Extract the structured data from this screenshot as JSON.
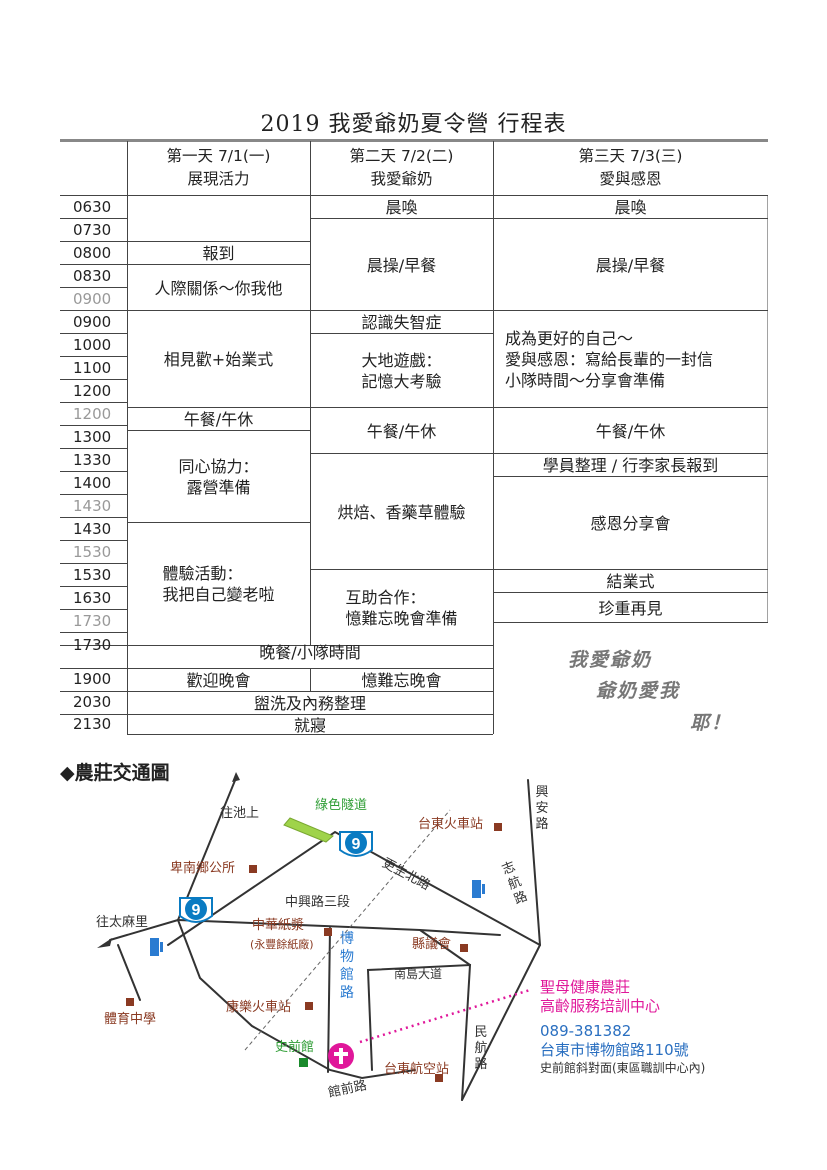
{
  "title": "2019 我愛爺奶夏令營 行程表",
  "schedule": {
    "days": [
      {
        "day": "第一天 7/1(一)",
        "theme": "展現活力"
      },
      {
        "day": "第二天 7/2(二)",
        "theme": "我愛爺奶"
      },
      {
        "day": "第三天 7/3(三)",
        "theme": "愛與感恩"
      }
    ],
    "times": [
      "0630",
      "0730",
      "0800",
      "0830",
      "0900",
      "0900",
      "1000",
      "1100",
      "1200",
      "1200",
      "1300",
      "1330",
      "1400",
      "1430",
      "1430",
      "1530",
      "1530",
      "1630",
      "1730",
      "1730",
      "1900",
      "2030",
      "2130"
    ],
    "grey_time_rows": [
      4,
      9,
      13,
      15,
      18
    ],
    "day1": [
      "報到",
      "人際關係～你我他",
      "相見歡+始業式",
      "午餐/午休",
      "同心協力：\n露營準備",
      "體驗活動：\n我把自己變老啦"
    ],
    "day2": [
      "晨喚",
      "晨操/早餐",
      "認識失智症",
      "大地遊戲：\n記憶大考驗",
      "午餐/午休",
      "烘焙、香藥草體驗",
      "互助合作：\n憶難忘晚會準備",
      "憶難忘晚會"
    ],
    "day3": [
      "晨喚",
      "晨操/早餐",
      "成為更好的自己～\n愛與感恩：寫給長輩的一封信\n小隊時間～分享會準備",
      "午餐/午休",
      "學員整理 / 行李家長報到",
      "感恩分享會",
      "結業式",
      "珍重再見"
    ],
    "shared": [
      "晚餐/小隊時間",
      "歡迎晚會",
      "盥洗及內務整理",
      "就寢"
    ]
  },
  "slogan": [
    "我愛爺奶",
    "爺奶愛我",
    "耶！"
  ],
  "map": {
    "section_title": "◆農莊交通圖",
    "labels": {
      "to_chishang": "往池上",
      "green_tunnel": "綠色隧道",
      "taitung_station": "台東火車站",
      "xingan_rd": "興安路",
      "gengsheng_n_rd": "更生北路",
      "zhi_rd": "志航路",
      "beinan_office": "卑南鄉公所",
      "zhongxing_rd": "中興路三段",
      "to_taimali": "往太麻里",
      "zhonghua_paper": "中華紙漿",
      "yongfeng_paper": "(永豐餘紙廠)",
      "museum_rd": "博物館路",
      "county_council": "縣議會",
      "nandao_ave": "南島大道",
      "kangle_station": "康樂火車站",
      "sports_school": "體育中學",
      "museum": "史前館",
      "minhang_rd": "民航路",
      "airport": "台東航空站",
      "guanqian_rd": "館前路",
      "highway_no": "9"
    },
    "info": {
      "name1": "聖母健康農莊",
      "name2": "高齡服務培訓中心",
      "phone": "089-381382",
      "address": "台東市博物館路110號",
      "note": "史前館斜對面(東區職訓中心內)"
    },
    "colors": {
      "brown": "#8a3a22",
      "green": "#2e9d34",
      "blue": "#2a7bd1",
      "pink": "#e0179a",
      "tunnel": "#9fd34a"
    }
  }
}
